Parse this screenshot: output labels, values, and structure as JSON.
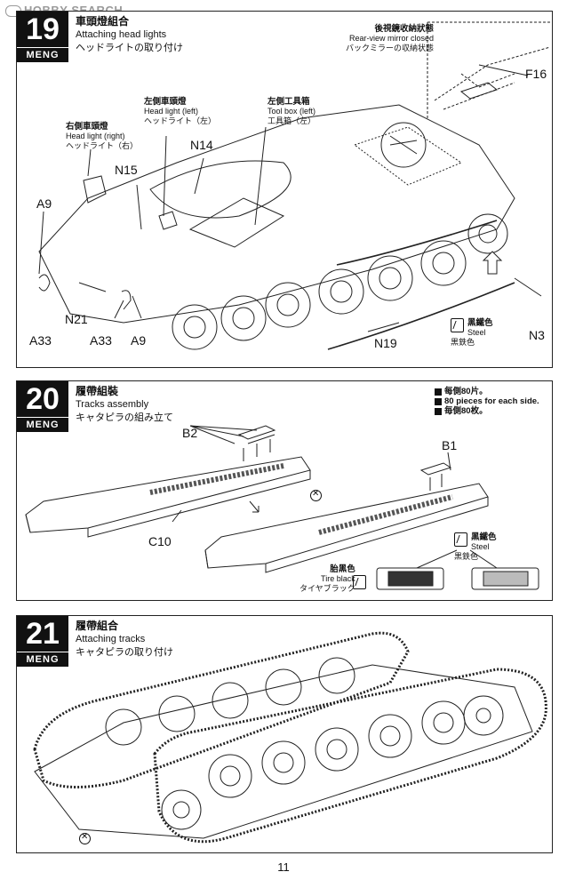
{
  "watermark": "HOBBY SEARCH",
  "page_number": "11",
  "brand": "MENG",
  "steps": [
    {
      "number": "19",
      "title_zh": "車頭燈組合",
      "title_en": "Attaching head lights",
      "title_ja": "ヘッドライトの取り付け",
      "callouts": {
        "rearview_zh": "後視鏡收納狀態",
        "rearview_en": "Rear-view mirror closed",
        "rearview_ja": "バックミラーの収納状態",
        "hl_left_zh": "左側車頭燈",
        "hl_left_en": "Head light (left)",
        "hl_left_ja": "ヘッドライト（左）",
        "hl_right_zh": "右側車頭燈",
        "hl_right_en": "Head light (right)",
        "hl_right_ja": "ヘッドライト（右）",
        "toolbox_zh": "左側工具箱",
        "toolbox_en": "Tool box (left)",
        "toolbox_ja": "工具箱（左）",
        "steel_zh": "黑鐵色",
        "steel_en": "Steel",
        "steel_ja": "黒鉄色"
      },
      "parts": {
        "f16": "F16",
        "n14": "N14",
        "n15": "N15",
        "a9_left": "A9",
        "a9_right": "A9",
        "n21": "N21",
        "a33_left": "A33",
        "a33_right": "A33",
        "n19": "N19",
        "n3": "N3"
      }
    },
    {
      "number": "20",
      "title_zh": "履帶組裝",
      "title_en": "Tracks assembly",
      "title_ja": "キャタピラの組み立て",
      "count_zh": "每側80片。",
      "count_en": "80 pieces for each side.",
      "count_ja": "毎側80枚。",
      "steel_zh": "黑鐵色",
      "steel_en": "Steel",
      "steel_ja": "黒鉄色",
      "tire_zh": "胎黑色",
      "tire_en": "Tire black",
      "tire_ja": "タイヤブラック",
      "parts": {
        "b2": "B2",
        "b1": "B1",
        "c10": "C10"
      }
    },
    {
      "number": "21",
      "title_zh": "履帶組合",
      "title_en": "Attaching tracks",
      "title_ja": "キャタピラの取り付け"
    }
  ]
}
